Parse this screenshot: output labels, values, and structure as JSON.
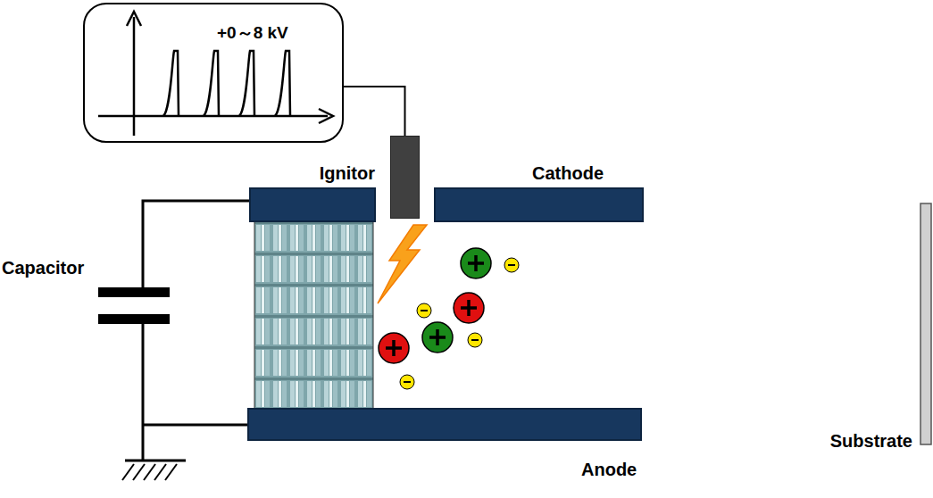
{
  "diagram": {
    "nodes": [
      {
        "text": [
          "+0～8 kV"
        ]
      },
      {
        "text": [
          "Ignitor"
        ]
      }
    ],
    "edges": [
      {
        "from": 0,
        "to": 1,
        "arrow": "none"
      }
    ],
    "labels": [
      "Cathode",
      "Capacitor",
      "Anode",
      "Substrate"
    ]
  }
}
